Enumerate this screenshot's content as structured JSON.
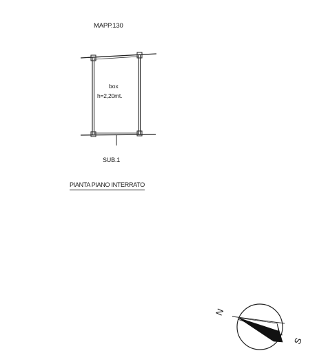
{
  "drawing": {
    "parcel_label": "MAPP.130",
    "room_name": "box",
    "room_height": "h=2,20mt.",
    "sub_label": "SUB.1",
    "plan_title": "PIANTA PIANO INTERRATO"
  },
  "compass": {
    "north_label": "N",
    "south_label": "S"
  }
}
